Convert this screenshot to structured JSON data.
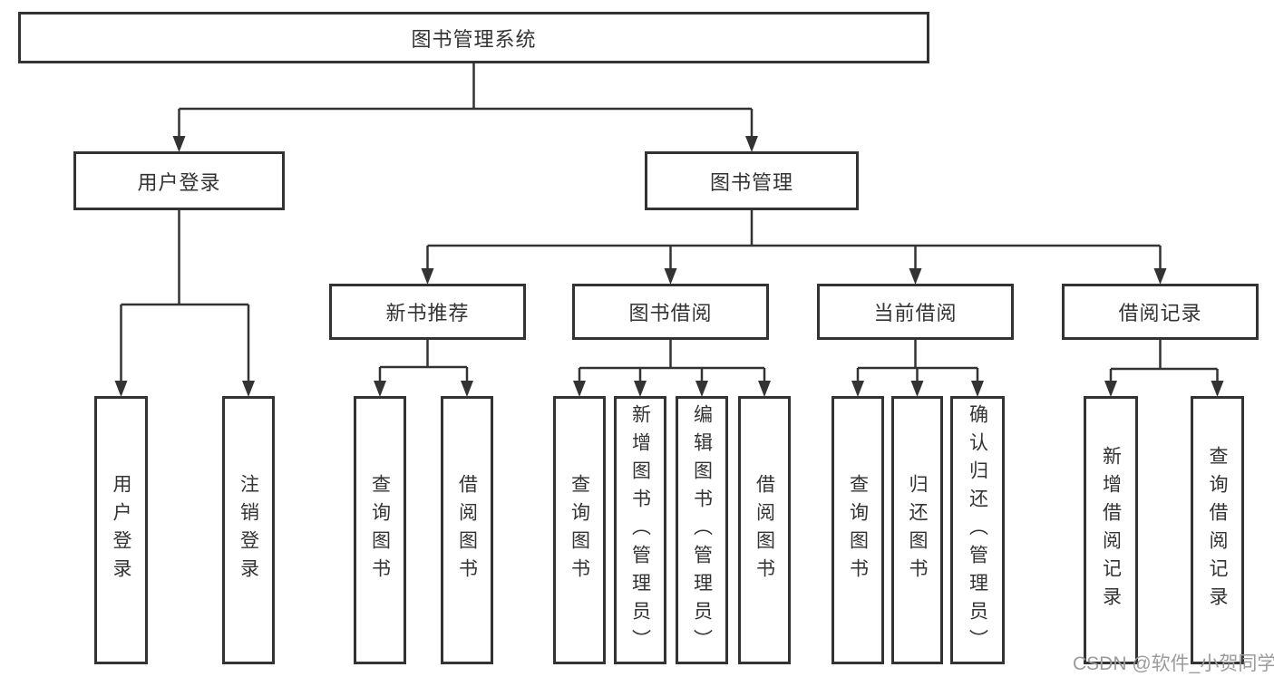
{
  "diagram_title": "图书管理系统",
  "tree": {
    "label": "图书管理系统",
    "children": [
      {
        "label": "用户登录",
        "children": [
          {
            "label": "用户登录"
          },
          {
            "label": "注销登录"
          }
        ]
      },
      {
        "label": "图书管理",
        "children": [
          {
            "label": "新书推荐",
            "children": [
              {
                "label": "查询图书"
              },
              {
                "label": "借阅图书"
              }
            ]
          },
          {
            "label": "图书借阅",
            "children": [
              {
                "label": "查询图书"
              },
              {
                "label": "新增图书（管理员）"
              },
              {
                "label": "编辑图书（管理员）"
              },
              {
                "label": "借阅图书"
              }
            ]
          },
          {
            "label": "当前借阅",
            "children": [
              {
                "label": "查询图书"
              },
              {
                "label": "归还图书"
              },
              {
                "label": "确认归还（管理员）"
              }
            ]
          },
          {
            "label": "借阅记录",
            "children": [
              {
                "label": "新增借阅记录"
              },
              {
                "label": "查询借阅记录"
              }
            ]
          }
        ]
      }
    ]
  },
  "watermark": {
    "text": "CSDN @软件_小贺同学"
  },
  "colors": {
    "line": "#333333",
    "text": "#333333",
    "background": "#ffffff",
    "watermark": "#9b9b9b"
  }
}
